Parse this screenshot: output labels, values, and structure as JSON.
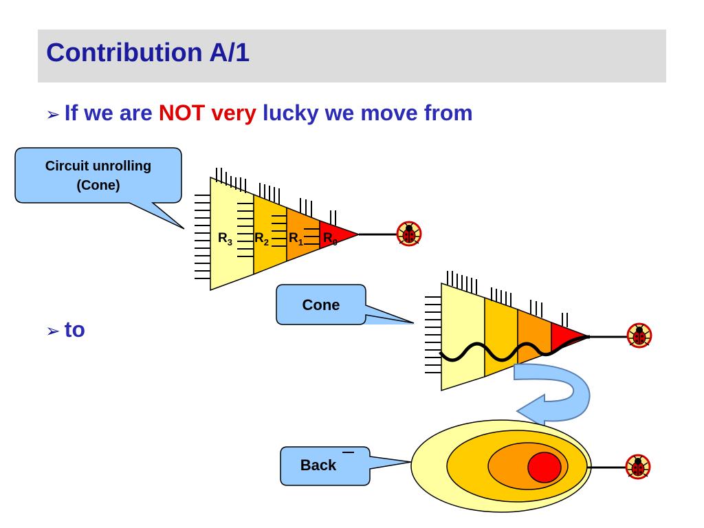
{
  "slide": {
    "title": "Contribution A/1",
    "bullet1": {
      "pre": "If we are",
      "not": "NOT",
      "very": "very",
      "post": "lucky we move from"
    },
    "bullet2": "to"
  },
  "callouts": {
    "top_line1": "Circuit unrolling",
    "top_line2": "(Cone)",
    "cone": "Cone",
    "back": "Back"
  },
  "regions": {
    "r3": "R",
    "r3_sub": "3",
    "r2": "R",
    "r2_sub": "2",
    "r1": "R",
    "r1_sub": "1",
    "r0": "R",
    "r0_sub": "0"
  },
  "colors": {
    "title_bg": "#dcdcdc",
    "title_text": "#1a1a9c",
    "bullet_text": "#2b2bb5",
    "highlight": "#e00000",
    "callout_fill": "#99ccff",
    "region3": "#ffffa0",
    "region2": "#ffcc00",
    "region1": "#ff9900",
    "region0": "#ff0000"
  },
  "icons": [
    "bug-icon",
    "bug-icon",
    "bug-icon"
  ]
}
